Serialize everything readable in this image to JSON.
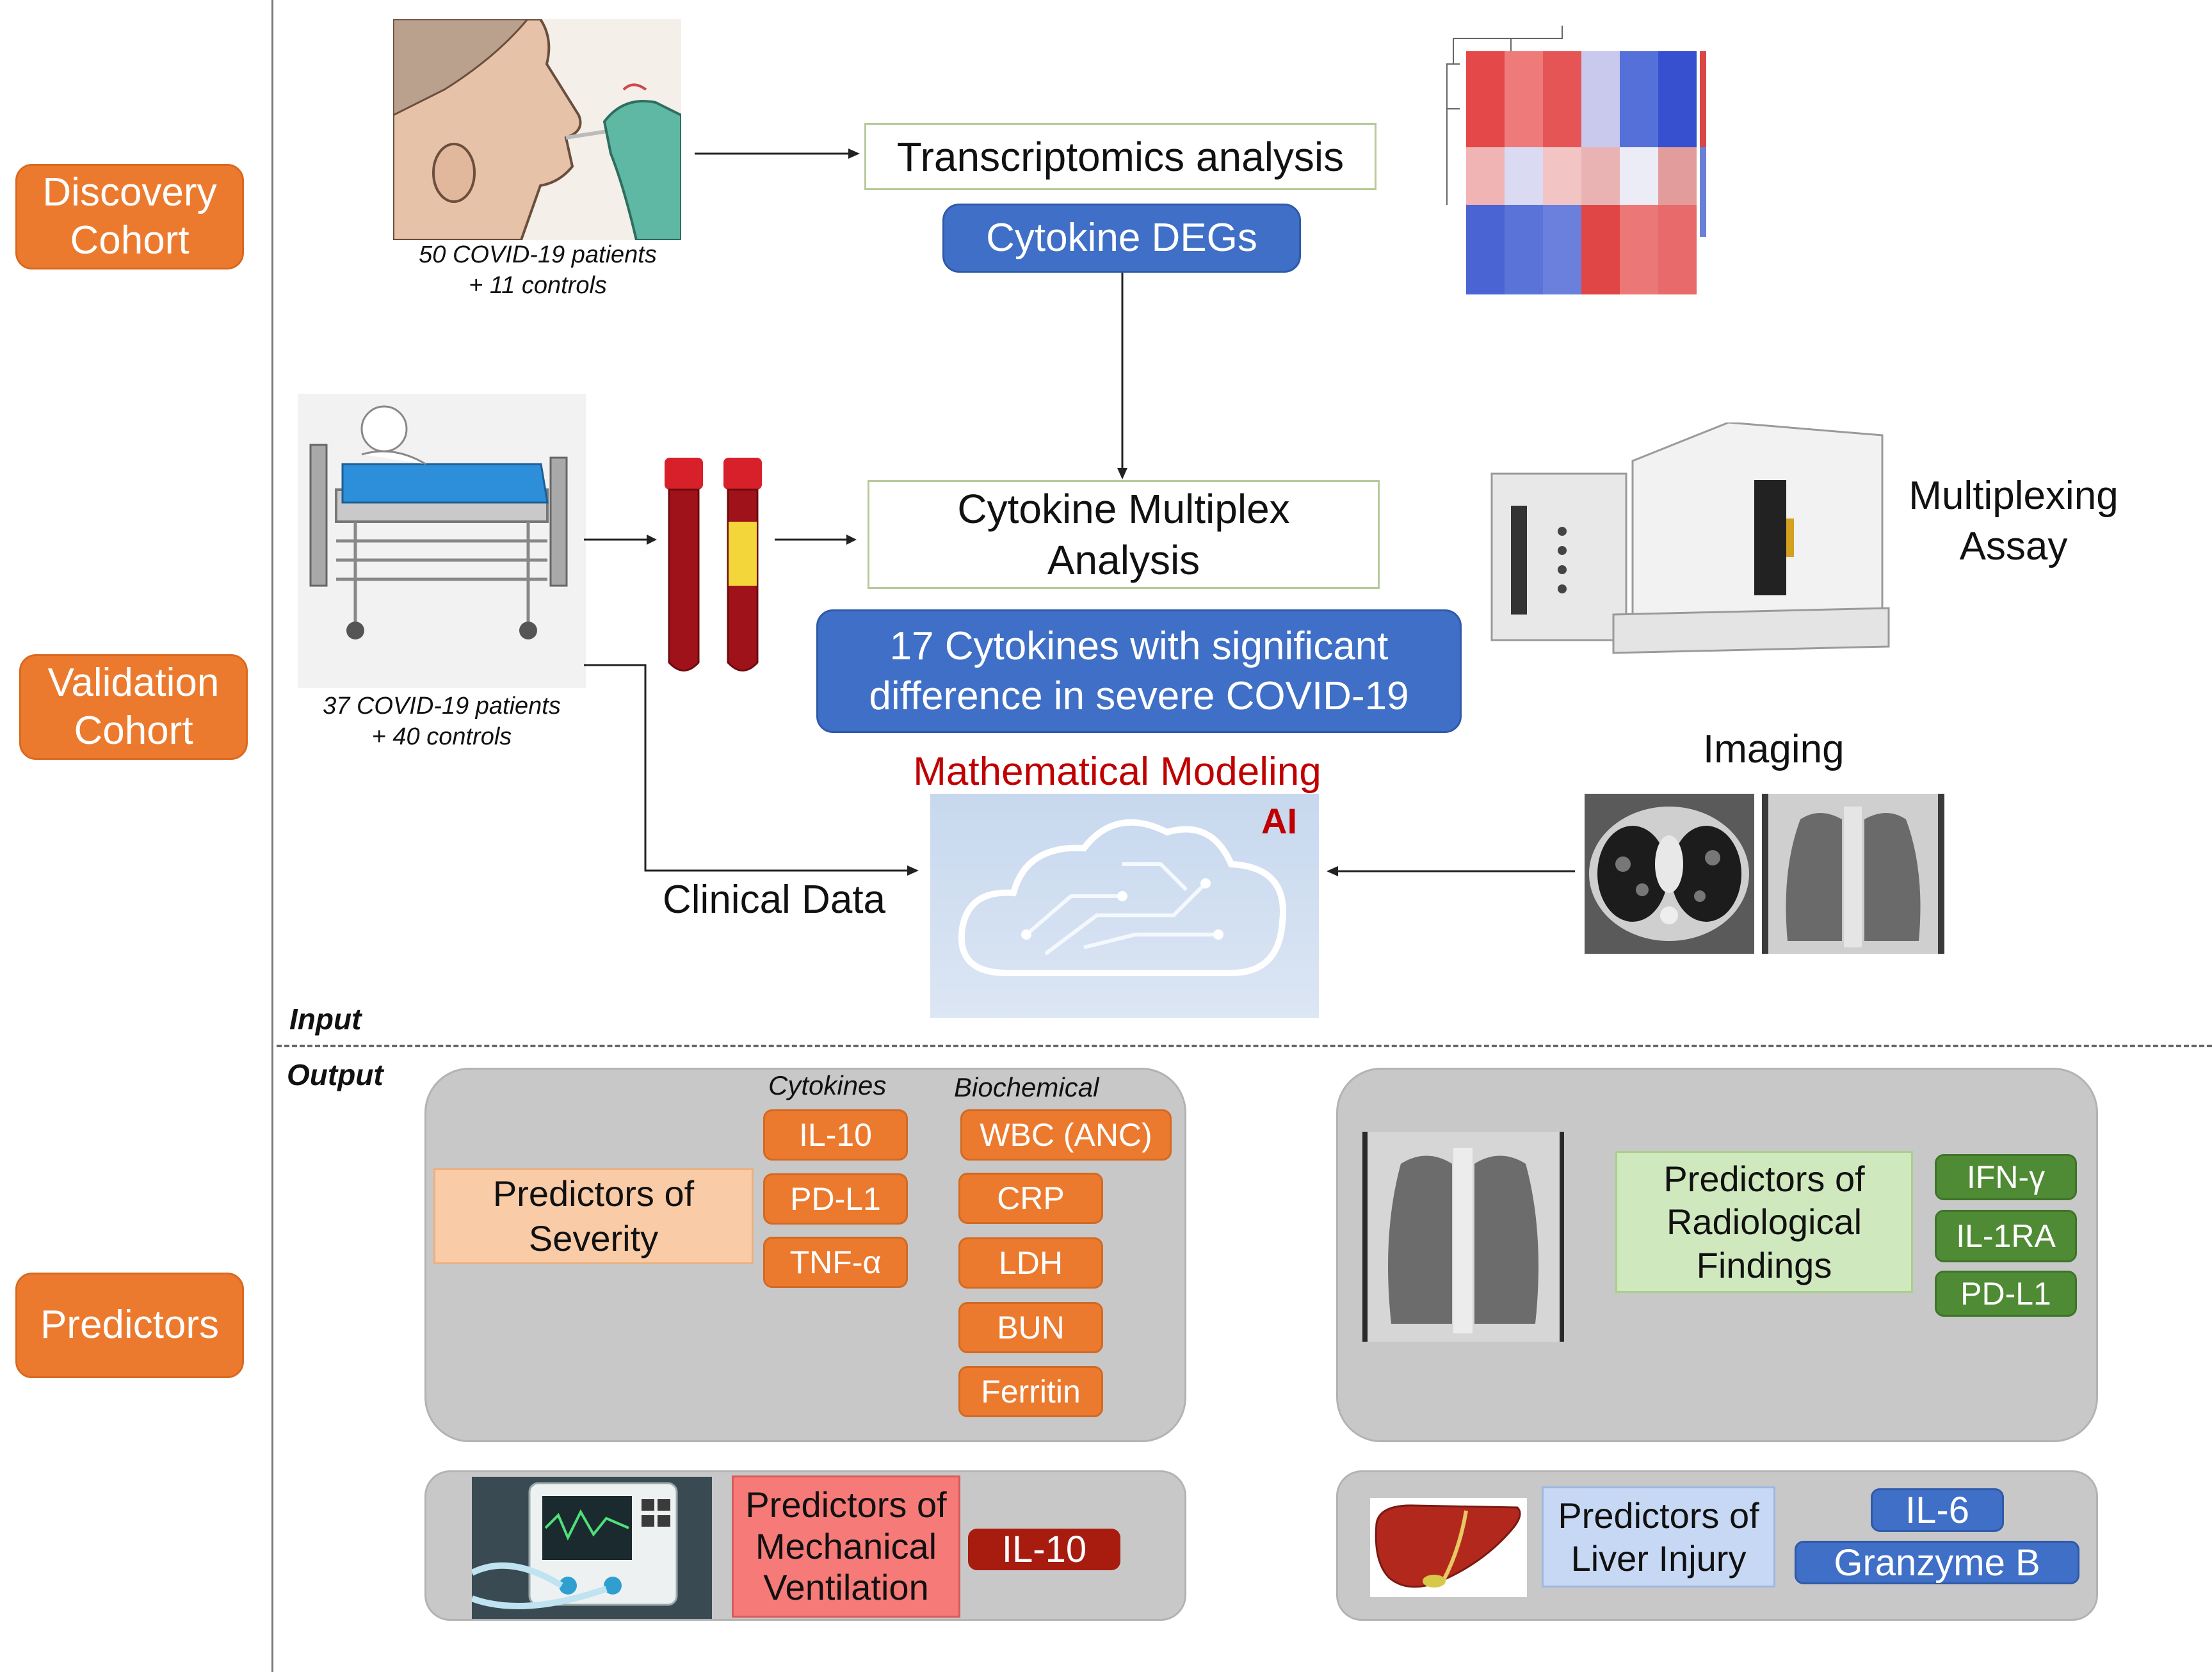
{
  "cohorts": {
    "discovery": "Discovery Cohort",
    "validation": "Validation Cohort",
    "predictors": "Predictors"
  },
  "discovery": {
    "caption_line1": "50 COVID-19 patients",
    "caption_line2": "+ 11 controls",
    "transcriptomics": "Transcriptomics analysis",
    "deg": "Cytokine DEGs"
  },
  "validation": {
    "caption_line1": "37 COVID-19 patients",
    "caption_line2": "+ 40 controls",
    "multiplex_line1": "Cytokine Multiplex",
    "multiplex_line2": "Analysis",
    "sig_line1": "17 Cytokines with significant",
    "sig_line2": "difference in severe COVID-19",
    "assay_line1": "Multiplexing",
    "assay_line2": "Assay",
    "imaging": "Imaging",
    "modeling": "Mathematical Modeling",
    "ai": "AI",
    "clinical": "Clinical Data"
  },
  "divider": {
    "input": "Input",
    "output": "Output"
  },
  "severity": {
    "label_line1": "Predictors of",
    "label_line2": "Severity",
    "cytokines_head": "Cytokines",
    "biochem_head": "Biochemical",
    "cytokines": [
      "IL-10",
      "PD-L1",
      "TNF-α"
    ],
    "biochemical": [
      "WBC (ANC)",
      "CRP",
      "LDH",
      "BUN",
      "Ferritin"
    ]
  },
  "radiological": {
    "label_line1": "Predictors of",
    "label_line2": "Radiological",
    "label_line3": "Findings",
    "markers": [
      "IFN-γ",
      "IL-1RA",
      "PD-L1"
    ]
  },
  "ventilation": {
    "label_line1": "Predictors of",
    "label_line2": "Mechanical",
    "label_line3": "Ventilation",
    "marker": "IL-10"
  },
  "liver": {
    "label_line1": "Predictors of",
    "label_line2": "Liver Injury",
    "markers": [
      "IL-6",
      "Granzyme B"
    ]
  },
  "colors": {
    "orange": "#ec7a2e",
    "blue": "#3f6fc6",
    "green": "#4f8a35",
    "dark_red": "#a81c10",
    "modeling_red": "#c00000",
    "panel_gray": "#c8c8c8"
  }
}
